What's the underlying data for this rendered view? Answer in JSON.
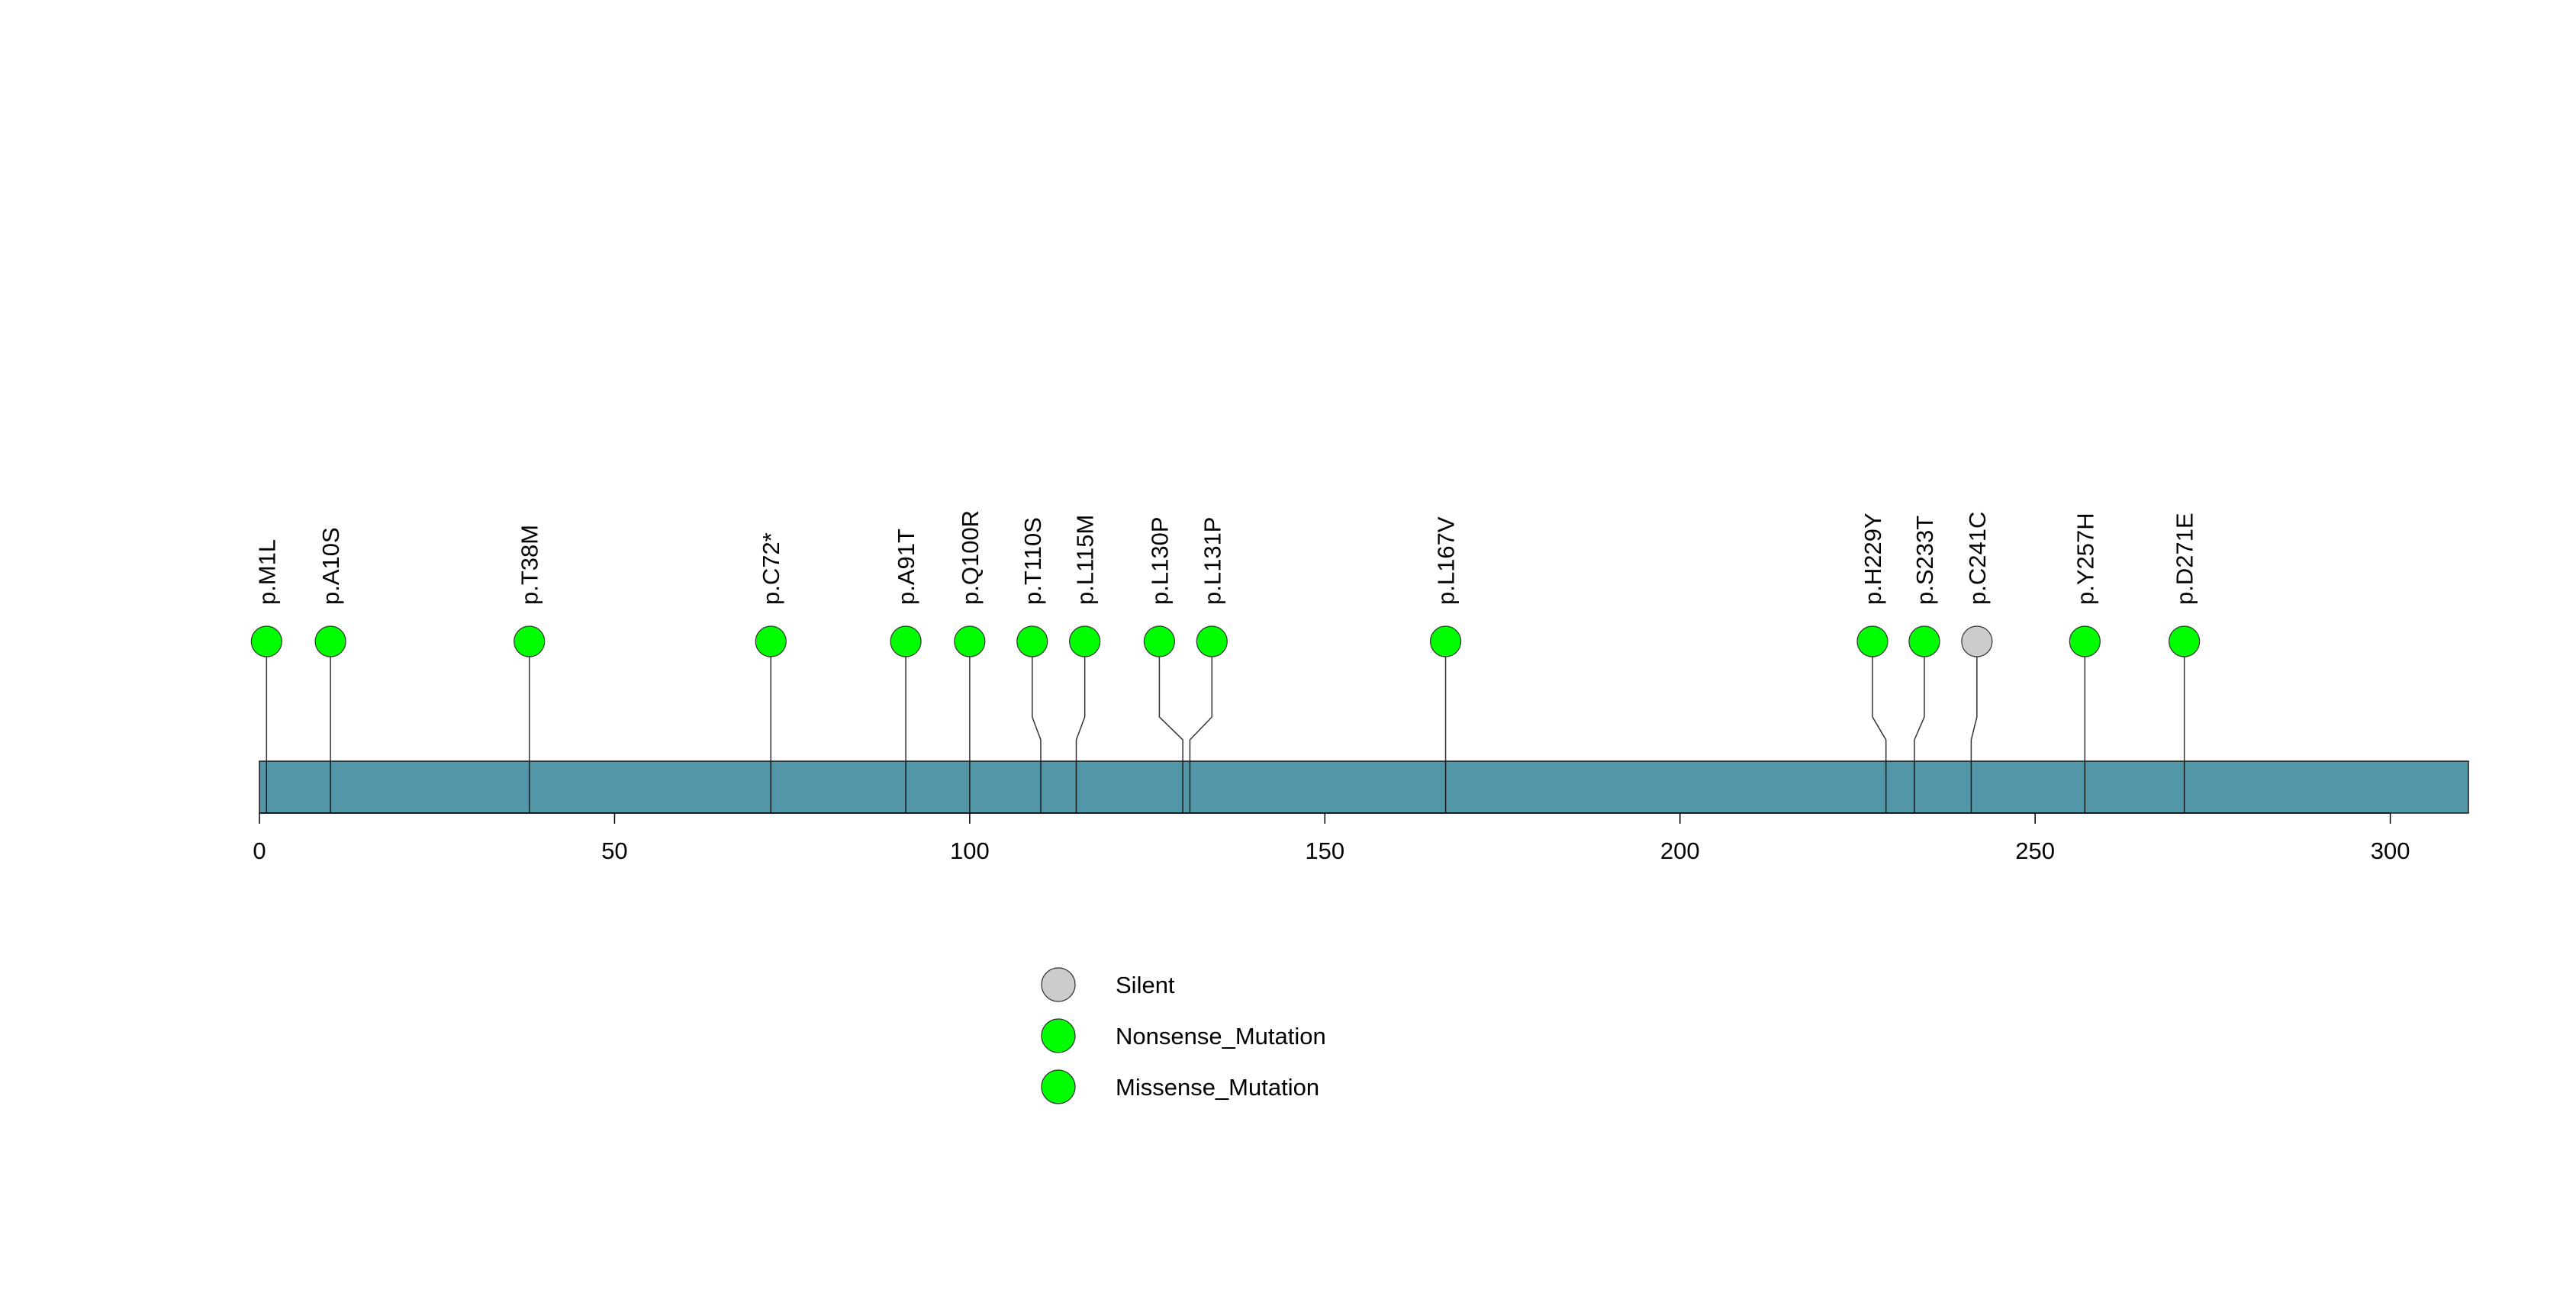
{
  "chart_data": {
    "type": "lollipop",
    "protein_length": 311,
    "xlim": [
      0,
      311
    ],
    "ticks": [
      {
        "value": 0,
        "label": "0"
      },
      {
        "value": 50,
        "label": "50"
      },
      {
        "value": 100,
        "label": "100"
      },
      {
        "value": 150,
        "label": "150"
      },
      {
        "value": 200,
        "label": "200"
      },
      {
        "value": 250,
        "label": "250"
      },
      {
        "value": 300,
        "label": "300"
      }
    ],
    "protein_bar_color": "#5297a7",
    "mutations": [
      {
        "label": "p.M1L",
        "position": 1,
        "type": "Missense_Mutation",
        "lollipop_x": 1
      },
      {
        "label": "p.A10S",
        "position": 10,
        "type": "Missense_Mutation",
        "lollipop_x": 10
      },
      {
        "label": "p.T38M",
        "position": 38,
        "type": "Missense_Mutation",
        "lollipop_x": 38
      },
      {
        "label": "p.C72*",
        "position": 72,
        "type": "Nonsense_Mutation",
        "lollipop_x": 72
      },
      {
        "label": "p.A91T",
        "position": 91,
        "type": "Missense_Mutation",
        "lollipop_x": 91
      },
      {
        "label": "p.Q100R",
        "position": 100,
        "type": "Missense_Mutation",
        "lollipop_x": 100
      },
      {
        "label": "p.T110S",
        "position": 110,
        "type": "Missense_Mutation",
        "lollipop_x": 108.8
      },
      {
        "label": "p.L115M",
        "position": 115,
        "type": "Missense_Mutation",
        "lollipop_x": 116.2
      },
      {
        "label": "p.L130P",
        "position": 130,
        "type": "Missense_Mutation",
        "lollipop_x": 126.7
      },
      {
        "label": "p.L131P",
        "position": 131,
        "type": "Missense_Mutation",
        "lollipop_x": 134.1
      },
      {
        "label": "p.L167V",
        "position": 167,
        "type": "Missense_Mutation",
        "lollipop_x": 167
      },
      {
        "label": "p.H229Y",
        "position": 229,
        "type": "Missense_Mutation",
        "lollipop_x": 227.1
      },
      {
        "label": "p.S233T",
        "position": 233,
        "type": "Missense_Mutation",
        "lollipop_x": 234.4
      },
      {
        "label": "p.C241C",
        "position": 241,
        "type": "Silent",
        "lollipop_x": 241.8
      },
      {
        "label": "p.Y257H",
        "position": 257,
        "type": "Missense_Mutation",
        "lollipop_x": 257
      },
      {
        "label": "p.D271E",
        "position": 271,
        "type": "Missense_Mutation",
        "lollipop_x": 271
      }
    ],
    "legend": [
      {
        "label": "Silent",
        "color": "#cccccc"
      },
      {
        "label": "Nonsense_Mutation",
        "color": "#00ff00"
      },
      {
        "label": "Missense_Mutation",
        "color": "#00ff00"
      }
    ],
    "colors": {
      "Silent": "#cccccc",
      "Nonsense_Mutation": "#00ff00",
      "Missense_Mutation": "#00ff00"
    }
  }
}
